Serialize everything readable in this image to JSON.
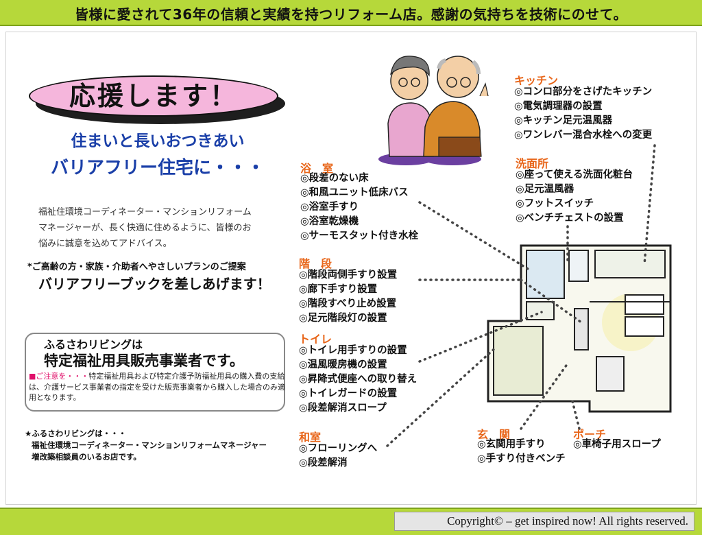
{
  "header": {
    "tagline": "皆様に愛されて36年の信頼と実績を持つリフォーム店。感謝の気持ちを技術にのせて。"
  },
  "hero": {
    "badge": "応援します！",
    "subtitle_line1": "住まいと長いおつきあい",
    "subtitle_line2": "バリアフリー住宅に・・・"
  },
  "intro": {
    "text_line1": "福祉住環境コーディネーター・マンションリフォーム",
    "text_line2": "マネージャーが、長く快適に住めるように、皆様のお",
    "text_line3": "悩みに誠意を込めてアドバイス。"
  },
  "proposal": {
    "note": "*ご高齢の方・家族・介助者へやさしいプランのご提案",
    "main": "バリアフリーブックを差しあげます！"
  },
  "dealer_box": {
    "line1": "ふるさわリビングは",
    "line2": "特定福祉用具販売事業者です。",
    "note_square": "■",
    "note_label": "ご注意を・・・",
    "note_text": "特定福祉用具および特定介護予防福祉用具の購入費の支給は、介護サービス事業者の指定を受けた販売事業者から購入した場合のみ適用となります。"
  },
  "staff_note": {
    "line1": "★ふるさわリビングは・・・",
    "line2": "福祉住環境コーディネーター・マンションリフォームマネージャー",
    "line3": "増改築相談員のいるお店です。"
  },
  "sections": {
    "bath": {
      "title": "浴　室",
      "items": [
        "◎段差のない床",
        "◎和風ユニット低床バス",
        "◎浴室手すり",
        "◎浴室乾燥機",
        "◎サーモスタット付き水栓"
      ]
    },
    "stairs": {
      "title": "階　段",
      "items": [
        "◎階段両側手すり設置",
        "◎廊下手すり設置",
        "◎階段すべり止め設置",
        "◎足元階段灯の設置"
      ]
    },
    "toilet": {
      "title": "トイレ",
      "items": [
        "◎トイレ用手すりの設置",
        "◎温風暖房機の設置",
        "◎昇降式便座への取り替え",
        "◎トイレガードの設置",
        "◎段差解消スロープ"
      ]
    },
    "washitsu": {
      "title": "和室",
      "items": [
        "◎フローリングへ",
        "◎段差解消"
      ]
    },
    "kitchen": {
      "title": "キッチン",
      "items": [
        "◎コンロ部分をさげたキッチン",
        "◎電気調理器の設置",
        "◎キッチン足元温風器",
        "◎ワンレバー混合水栓への変更"
      ]
    },
    "washroom": {
      "title": "洗面所",
      "items": [
        "◎座って使える洗面化粧台",
        "◎足元温風器",
        "◎フットスイッチ",
        "◎ベンチチェストの設置"
      ]
    },
    "entrance": {
      "title": "玄　関",
      "items": [
        "◎玄関用手すり",
        "◎手すり付きベンチ"
      ]
    },
    "porch": {
      "title": "ポーチ",
      "items": [
        "◎車椅子用スロープ"
      ]
    }
  },
  "footer": {
    "copyright": "Copyright© – get inspired now! All rights reserved."
  },
  "colors": {
    "bar": "#b6d83a",
    "accent": "#e8661a",
    "headline": "#1a3fa8",
    "badge": "#f5b6dc"
  }
}
